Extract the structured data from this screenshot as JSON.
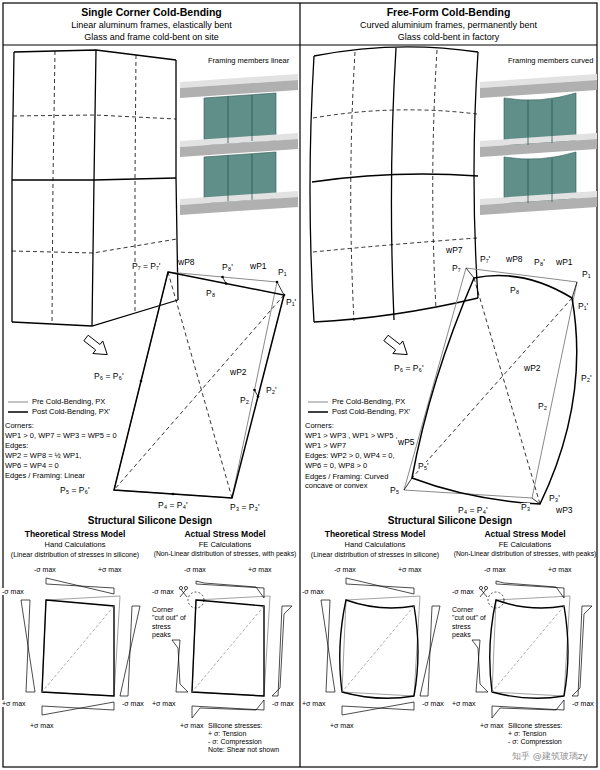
{
  "diagram": {
    "nodes": [
      {
        "text": [
          "Single Corner Cold-Bending",
          "Linear aluminum frames, elastically bent",
          "Glass and frame cold-bent on site"
        ]
      },
      {
        "text": [
          "Free-Form Cold-Bending",
          "Curved aluminium frames, permanently bent",
          "Glass cold-bent in factory"
        ]
      }
    ],
    "labels": [
      "Framing members linear",
      "P₇ = P₇'",
      "wP8",
      "P₈'",
      "wP1",
      "P₁",
      "P₈",
      "P₁'",
      "wP2",
      "P₂",
      "P₂'",
      "P₆ = P₆'",
      "P₅ = P₆'",
      "P₄ = P₄'",
      "P₃ = P₃'",
      "Corners:",
      "WP1 > 0, WP7 = WP3 = WP5 = 0",
      "Edges:",
      "WP2 = WP8 = ½ WP1,",
      "WP6 = WP4 = 0",
      "Edges / Framing: Linear",
      "Framing members curved",
      "wP7",
      "P₇'",
      "P₇",
      "wP8",
      "P₈'",
      "wP1",
      "P₁",
      "P₈",
      "P₁'",
      "wP2",
      "P₂",
      "P₂'",
      "P₆ = P₆'",
      "wP5",
      "P₅'",
      "P₅",
      "P₄ = P₄'",
      "P₃",
      "P₃'",
      "wP3",
      "Corners:",
      "WP1 > WP3 , WP1 > WP5 ,",
      "WP1 > WP7",
      "Edges: WP2 > 0, WP4 = 0,",
      "WP6 = 0, WP8 > 0",
      "Edges / Framing: Curved concave or convex",
      "Structural Silicone Design",
      "Theoretical Stress Model",
      "Hand Calculations",
      "(Linear distribution of stresses in silicone)",
      "Actual Stress Model",
      "FE Calculations",
      "(Non-Linear distribution of stresses, with peaks)",
      "Structural Silicone Design",
      "Theoretical Stress Model",
      "Hand Calculations",
      "(Linear distribution of stresses in silicone)",
      "Actual Stress Model",
      "FE Calculations",
      "(Non-Linear distribution of stresses, with peaks)",
      "Corner \"cut out\" of stress peaks",
      "Corner \"cut out\" of stress peaks",
      "Silicone stresses:",
      "+ σ: Tension",
      "- σ: Compression",
      "Note: Shear not shown",
      "Silicone stresses:",
      "+ σ: Tension",
      "- σ: Compression",
      "知乎 @建筑玻璃zy",
      "-σ max",
      "+σ max",
      "-σ max",
      "+σ max",
      "-σ max",
      "+σ max",
      "-σ max",
      "+σ max",
      "-σ max",
      "+σ max",
      "-σ max",
      "+σ max",
      "-σ max",
      "+σ max",
      "-σ max",
      "+σ max",
      "-σ max",
      "+σ max",
      "-σ max",
      "+σ max",
      "-σ max",
      "+σ max",
      "-σ max",
      "+σ max"
    ],
    "legend": [
      {
        "text": "Pre Cold-Bending, PX"
      },
      {
        "text": "Post Cold-Bending, PX'"
      },
      {
        "text": "Pre Cold-Bending, PX"
      },
      {
        "text": "Post Cold-Bending, PX'"
      }
    ]
  }
}
